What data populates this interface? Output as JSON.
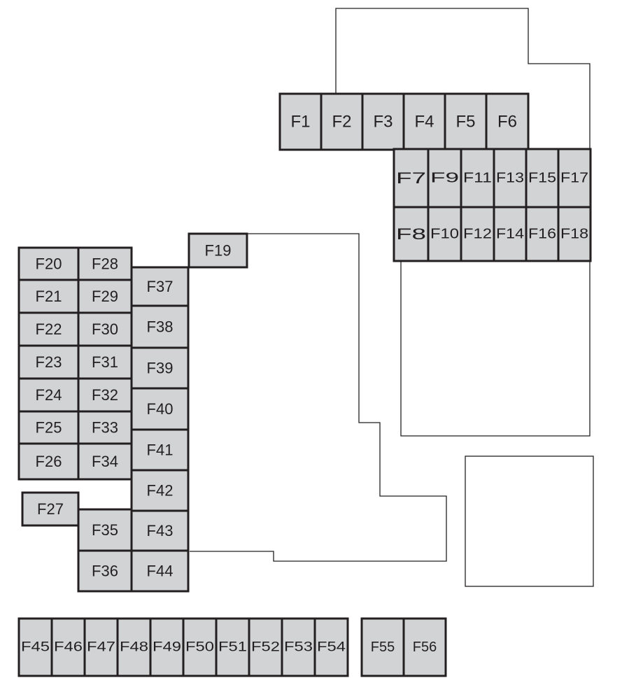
{
  "title": "Fuse box layout",
  "colors": {
    "fuse_fill": "#d1d3d4",
    "stroke": "#231f20",
    "background": "#ffffff"
  },
  "fuses": [
    "F1",
    "F2",
    "F3",
    "F4",
    "F5",
    "F6",
    "F7",
    "F8",
    "F9",
    "F10",
    "F11",
    "F12",
    "F13",
    "F14",
    "F15",
    "F16",
    "F17",
    "F18",
    "F19",
    "F20",
    "F21",
    "F22",
    "F23",
    "F24",
    "F25",
    "F26",
    "F27",
    "F28",
    "F29",
    "F30",
    "F31",
    "F32",
    "F33",
    "F34",
    "F35",
    "F36",
    "F37",
    "F38",
    "F39",
    "F40",
    "F41",
    "F42",
    "F43",
    "F44",
    "F45",
    "F46",
    "F47",
    "F48",
    "F49",
    "F50",
    "F51",
    "F52",
    "F53",
    "F54",
    "F55",
    "F56"
  ]
}
